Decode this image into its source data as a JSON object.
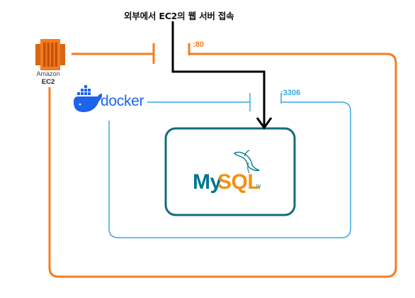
{
  "title": "외부에서 EC2의 웹 서버 접속",
  "ec2": {
    "label_line1": "Amazon",
    "label_line2": "EC2",
    "icon": "aws-ec2-icon"
  },
  "ports": {
    "http": ":80",
    "mysql": ":3306"
  },
  "docker": {
    "wordmark": "docker",
    "icon": "docker-whale-icon"
  },
  "mysql": {
    "wordmark_my": "My",
    "wordmark_sql": "SQL",
    "trademark": "TM",
    "icon": "mysql-dolphin-icon"
  },
  "colors": {
    "ec2_orange": "#f47c20",
    "docker_blue": "#38a9e0",
    "docker_brand": "#1d63ed",
    "mysql_box": "#136b7a",
    "mysql_blue": "#00758f",
    "mysql_orange": "#f29111",
    "arrow": "#000000"
  }
}
